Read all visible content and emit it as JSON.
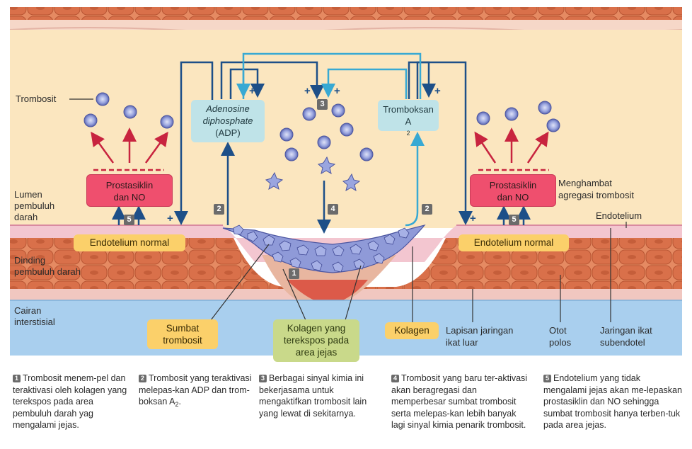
{
  "labels": {
    "trombosit": "Trombosit",
    "lumen": [
      "Lumen",
      "pembuluh",
      "darah"
    ],
    "dinding": [
      "Dinding",
      "pembuluh darah"
    ],
    "cairan": [
      "Cairan",
      "interstisial"
    ],
    "menghambat": [
      "Menghambat",
      "agregasi trombosit"
    ],
    "endotelium": "Endotelium",
    "lapisan": [
      "Lapisan jaringan",
      "ikat luar"
    ],
    "otot": [
      "Otot",
      "polos"
    ],
    "jaringan_ikat": [
      "Jaringan ikat",
      "subendotel"
    ]
  },
  "boxes": {
    "prostasiklin_left": [
      "Prostasiklin",
      "dan NO"
    ],
    "prostasiklin_right": [
      "Prostasiklin",
      "dan NO"
    ],
    "adp": [
      "Adenosine",
      "diphosphate",
      "(ADP)"
    ],
    "tromboksan": "Tromboksan",
    "tromboksan_sub": "A",
    "tromboksan_subscript": "2",
    "endotelium_left": "Endotelium normal",
    "endotelium_right": "Endotelium normal",
    "sumbat": [
      "Sumbat",
      "trombosit"
    ],
    "kolagen_terekspos": [
      "Kolagen yang",
      "terekspos pada",
      "area jejas"
    ],
    "kolagen": "Kolagen"
  },
  "badges": {
    "one": "1",
    "two": "2",
    "three": "3",
    "four": "4",
    "five": "5"
  },
  "plus_sign": "+",
  "captions": [
    {
      "num": "1",
      "text": "Trombosit menem-pel dan teraktivasi oleh kolagen yang terekspos pada area pembuluh darah yag mengalami jejas."
    },
    {
      "num": "2",
      "text": "Trombosit yang teraktivasi melepas-kan ADP dan trom-boksan A",
      "sub": "2",
      "tail": "."
    },
    {
      "num": "3",
      "text": "Berbagai sinyal kimia ini bekerjasama untuk mengaktifkan trombosit lain yang lewat di sekitarnya."
    },
    {
      "num": "4",
      "text": "Trombosit yang baru ter-aktivasi akan beragregasi dan memperbesar sumbat trombosit serta melepas-kan lebih banyak lagi sinyal kimia penarik trombosit."
    },
    {
      "num": "5",
      "text": "Endotelium yang tidak mengalami jejas akan me-lepaskan prostasiklin dan NO sehingga sumbat trombosit hanya terben-tuk pada area jejas."
    }
  ],
  "colors": {
    "lumen": "#fbe6bf",
    "muscle": "#e07a52",
    "interstitial": "#a9cfee",
    "arrow_dark": "#1d4f88",
    "arrow_light": "#38a9d3",
    "arrow_red": "#c8243f",
    "platelet": "#8a96d6"
  }
}
